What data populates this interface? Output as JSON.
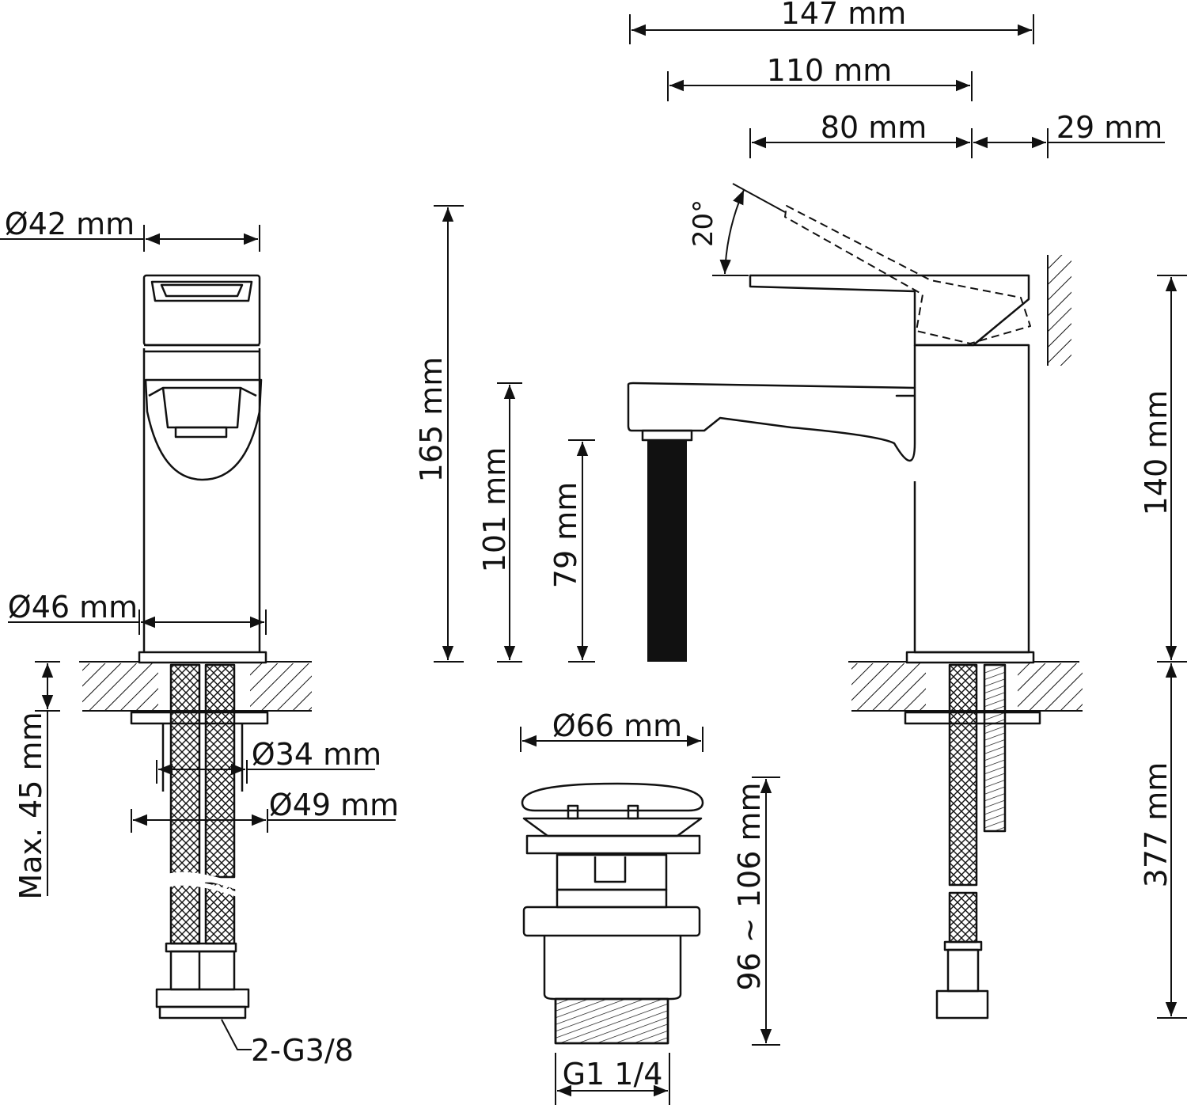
{
  "colors": {
    "ink": "#111111",
    "paper": "#ffffff",
    "water": "#111111"
  },
  "dimensions": {
    "overall_length": "147 mm",
    "spout_reach": "110 mm",
    "lever_length": "80 mm",
    "wall_offset": "29 mm",
    "lever_angle": "20°",
    "cap_diameter": "Ø42 mm",
    "body_diameter": "Ø46 mm",
    "max_deck_thickness": "Max. 45 mm",
    "hose_diameter": "Ø34 mm",
    "washer_diameter": "Ø49 mm",
    "overall_height": "165 mm",
    "spout_height": "101 mm",
    "outlet_clearance": "79 mm",
    "body_height": "140 mm",
    "hose_length": "377 mm",
    "drain_cap_diameter": "Ø66 mm",
    "drain_length": "96 ~ 106 mm",
    "drain_thread": "G1 1/4",
    "hose_thread": "2-G3/8"
  }
}
